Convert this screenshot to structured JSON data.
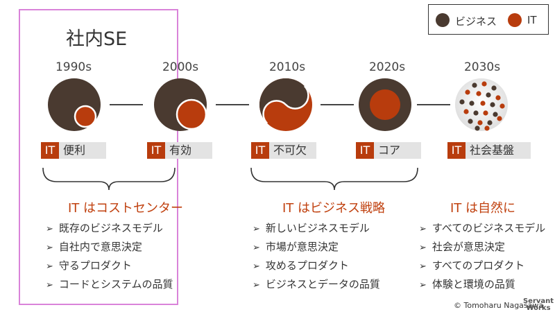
{
  "legend": {
    "business": "ビジネス",
    "it": "IT"
  },
  "colors": {
    "business": "#4a3a30",
    "it": "#b83c0d",
    "tag_bg": "#e3e3e3",
    "heading": "#c0400e",
    "highlight": "#d983d9"
  },
  "title": "社内SE",
  "eras": [
    {
      "year": "1990s",
      "it_label": "IT",
      "tag": "便利"
    },
    {
      "year": "2000s",
      "it_label": "IT",
      "tag": "有効"
    },
    {
      "year": "2010s",
      "it_label": "IT",
      "tag": "不可欠"
    },
    {
      "year": "2020s",
      "it_label": "IT",
      "tag": "コア"
    },
    {
      "year": "2030s",
      "it_label": "IT",
      "tag": "社会基盤"
    }
  ],
  "groups": [
    {
      "heading": "IT はコストセンター",
      "bullets": [
        "既存のビジネスモデル",
        "自社内で意思決定",
        "守るプロダクト",
        "コードとシステムの品質"
      ]
    },
    {
      "heading": "IT はビジネス戦略",
      "bullets": [
        "新しいビジネスモデル",
        "市場が意思決定",
        "攻めるプロダクト",
        "ビジネスとデータの品質"
      ]
    },
    {
      "heading": "IT は自然に",
      "bullets": [
        "すべてのビジネスモデル",
        "社会が意思決定",
        "すべてのプロダクト",
        "体験と環境の品質"
      ]
    }
  ],
  "copyright": "© Tomoharu Nagasawa",
  "brand": "Servant Works"
}
